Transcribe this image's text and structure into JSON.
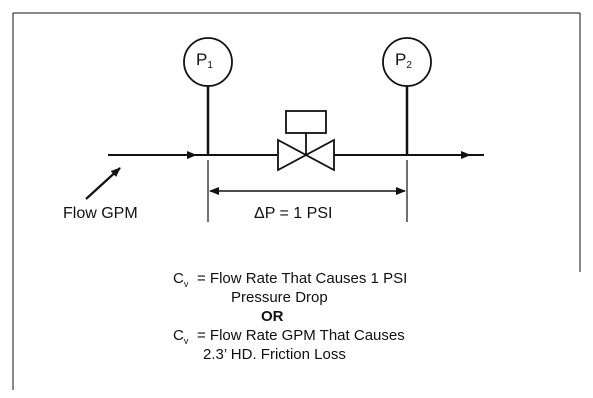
{
  "gauges": {
    "p1": {
      "letter": "P",
      "sub": "1"
    },
    "p2": {
      "letter": "P",
      "sub": "2"
    }
  },
  "flow_label": "Flow GPM",
  "delta_p_label": "ΔP = 1 PSI",
  "definitions": {
    "def1": {
      "symbol": "C",
      "symbol_sub": "v",
      "line1": "= Flow Rate That Causes 1 PSI",
      "line2": "Pressure Drop"
    },
    "or_label": "OR",
    "def2": {
      "symbol": "C",
      "symbol_sub": "v",
      "line1": "= Flow Rate GPM That Causes",
      "line2": "2.3’ HD. Friction Loss"
    }
  }
}
